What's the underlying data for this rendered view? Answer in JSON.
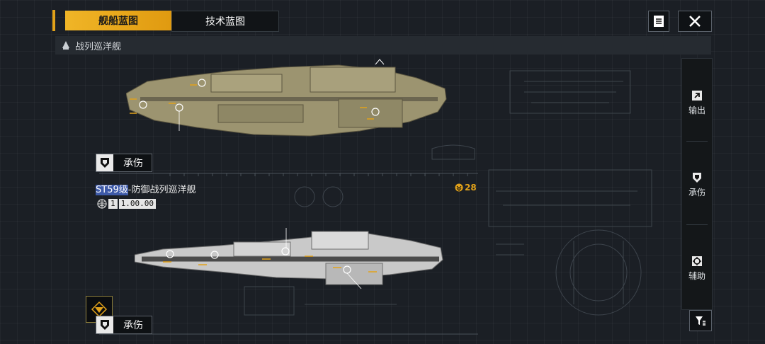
{
  "header": {
    "tabs": [
      {
        "label": "舰船蓝图",
        "active": true
      },
      {
        "label": "技术蓝图",
        "active": false
      }
    ]
  },
  "category": {
    "label": "战列巡洋舰"
  },
  "side_menu": [
    {
      "label": "输出",
      "icon": "export-arrow-icon"
    },
    {
      "label": "承伤",
      "icon": "shield-icon"
    },
    {
      "label": "辅助",
      "icon": "support-icon"
    }
  ],
  "ships": [
    {
      "role_label": "承伤",
      "hull": "tan"
    },
    {
      "role_label": "承伤",
      "hull": "white"
    }
  ],
  "selected_ship": {
    "name_prefix": "ST59级",
    "name_suffix": "-防御战列巡洋舰",
    "count_value": "1",
    "count_display": "1.00.00",
    "power": "28"
  },
  "colors": {
    "accent": "#e2a21a",
    "panel": "#141719",
    "background": "#1b1f25"
  }
}
